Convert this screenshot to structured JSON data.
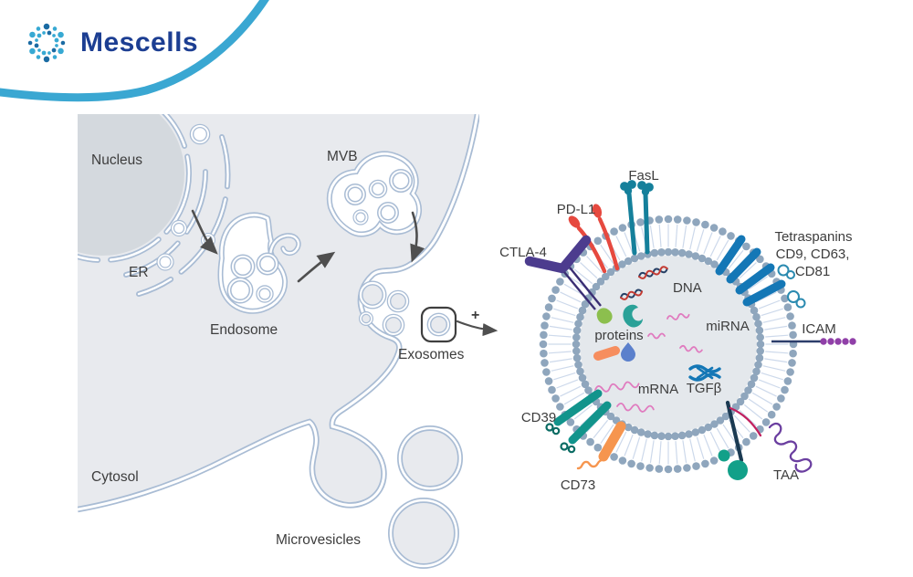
{
  "brand": {
    "name": "Mescells"
  },
  "colors": {
    "brand_blue": "#1c3e92",
    "swoosh": "#3aa7d2",
    "logo_light": "#37a9d3",
    "logo_dark": "#1a6ba3",
    "label": "#3d3d3d",
    "arrow": "#4f4f4f",
    "cell_fill": "#e8eaee",
    "cell_line": "#a9bcd4",
    "nucleus_fill": "#d4d9de",
    "white": "#ffffff",
    "box_line": "#3f3f3f",
    "bead": "#8fa6bd",
    "tail": "#cdd9eb",
    "exo_interior": "#e4e8ec",
    "fasl": "#15809b",
    "pdl1": "#e6493f",
    "ctla4": "#4c3c8e",
    "ctla4_stem": "#3a2e73",
    "tetra": "#1477b6",
    "tetra_loop": "#2a8ab0",
    "icam_line": "#2c3e6b",
    "icam_bead": "#9040a8",
    "cd39": "#12948c",
    "cd39_loop": "#0a6b63",
    "cd73": "#f6954e",
    "taa_stick": "#1b3a52",
    "taa_ball": "#12a089",
    "taa_pink": "#c21f5e",
    "taa_purple": "#6b3fa0",
    "dna_red": "#c43b33",
    "dna_navy": "#274066",
    "rna": "#e07bbf",
    "tgfb": "#1477b6",
    "prot_green": "#8cbf4e",
    "prot_teal": "#2aa198",
    "prot_orange": "#f68e5f",
    "prot_blue": "#5b80cc"
  },
  "cell": {
    "nucleus": "Nucleus",
    "er": "ER",
    "endosome": "Endosome",
    "mvb": "MVB",
    "exosomes": "Exosomes",
    "plus": "+",
    "cytosol": "Cytosol",
    "microvesicles": "Microvesicles"
  },
  "exo": {
    "fasl": "FasL",
    "pdl1": "PD-L1",
    "ctla4": "CTLA-4",
    "tetraspanins_1": "Tetraspanins",
    "tetraspanins_2": "CD9, CD63,",
    "tetraspanins_3": "CD81",
    "icam": "ICAM",
    "taa": "TAA",
    "cd39": "CD39",
    "cd73": "CD73",
    "dna": "DNA",
    "mirna": "miRNA",
    "mrna": "mRNA",
    "tgfb": "TGFβ",
    "proteins": "proteins"
  }
}
